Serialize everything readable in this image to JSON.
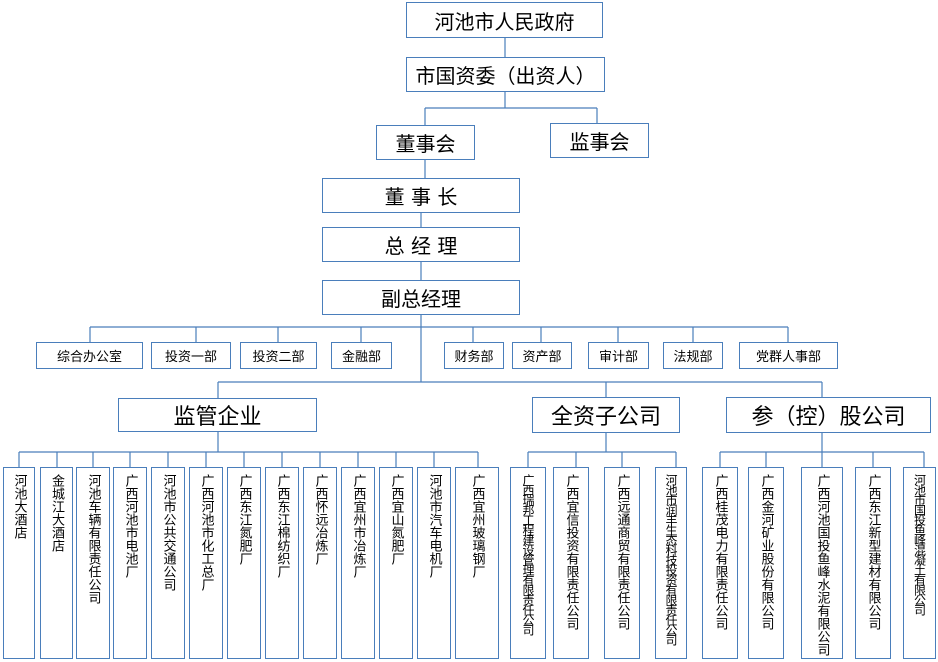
{
  "top": {
    "government": "河池市人民政府",
    "sasac": "市国资委（出资人）",
    "board": "董事会",
    "supervisory_board": "监事会",
    "chairman": "董 事 长",
    "general_manager": "总 经 理",
    "deputy_gm": "副总经理"
  },
  "departments": [
    "综合办公室",
    "投资一部",
    "投资二部",
    "金融部",
    "财务部",
    "资产部",
    "审计部",
    "法规部",
    "党群人事部"
  ],
  "groups": {
    "supervised": {
      "label": "监管企业",
      "items": [
        "河池大酒店",
        "金城江大酒店",
        "河池车辆有限责任公司",
        "广西河池市电池厂",
        "河池市公共交通公司",
        "广西河池市化工总厂",
        "广西东江氮肥厂",
        "广西东江棉纺织厂",
        "广西怀远冶炼厂",
        "广西宜州市冶炼厂",
        "广西宜山氮肥厂",
        "河池市汽车电机厂",
        "广西宜州玻璃钢厂"
      ]
    },
    "wholly_owned": {
      "label": "全资子公司",
      "items": [
        "广西瑞邦工程建设管理有限责任公司",
        "广西宜信投资有限责任公司",
        "广西远通商贸有限责任公司",
        "河池市润丰生态科技投资有限责任公司"
      ]
    },
    "holding": {
      "label": "参（控）股公司",
      "items": [
        "广西桂茂电力有限责任公司",
        "广西金河矿业股份有限公司",
        "广西河池国投鱼峰水泥有限公司",
        "广西东江新型建材有限公司",
        "河池市国投鱼峰混凝土有限公司"
      ]
    }
  }
}
